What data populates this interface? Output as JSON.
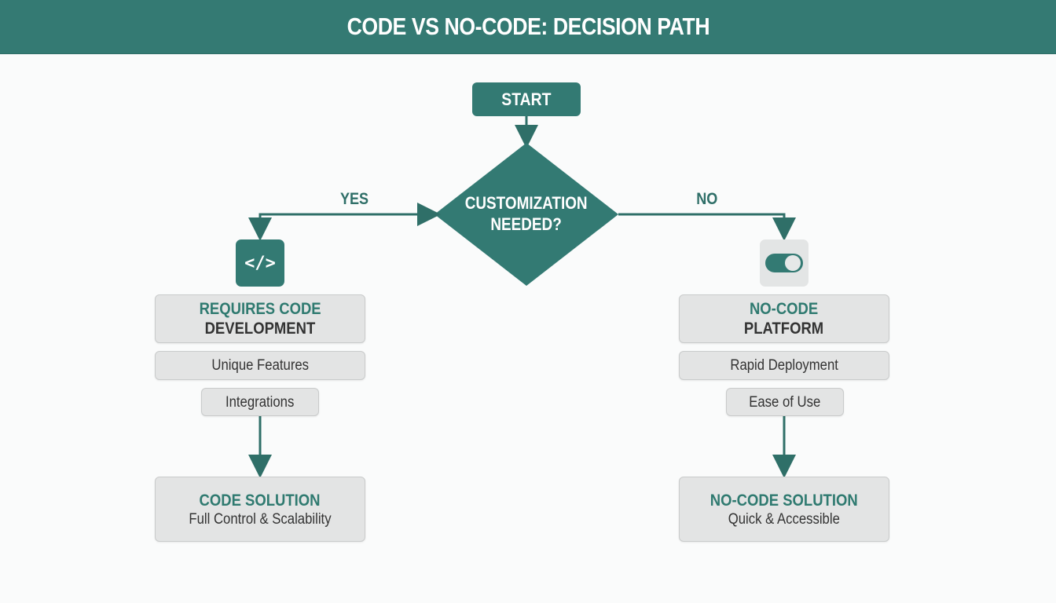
{
  "header": {
    "title": "CODE VS NO-CODE: DECISION PATH"
  },
  "colors": {
    "teal": "#337a73",
    "box_bg": "#e3e4e4",
    "text_dark": "#333333"
  },
  "flow": {
    "start": {
      "label": "START"
    },
    "decision": {
      "line1": "CUSTOMIZATION",
      "line2": "NEEDED?"
    },
    "yes_branch": {
      "label": "YES",
      "icon": "code-brackets-icon",
      "icon_glyph": "</>",
      "title_line1": "REQUIRES CODE",
      "title_line2": "DEVELOPMENT",
      "items": [
        "Unique Features",
        "Integrations"
      ],
      "result_title": "CODE SOLUTION",
      "result_subtitle": "Full Control & Scalability"
    },
    "no_branch": {
      "label": "NO",
      "icon": "toggle-switch-icon",
      "title_line1": "NO-CODE",
      "title_line2": "PLATFORM",
      "items": [
        "Rapid Deployment",
        "Ease of Use"
      ],
      "result_title": "NO-CODE SOLUTION",
      "result_subtitle": "Quick & Accessible"
    }
  }
}
